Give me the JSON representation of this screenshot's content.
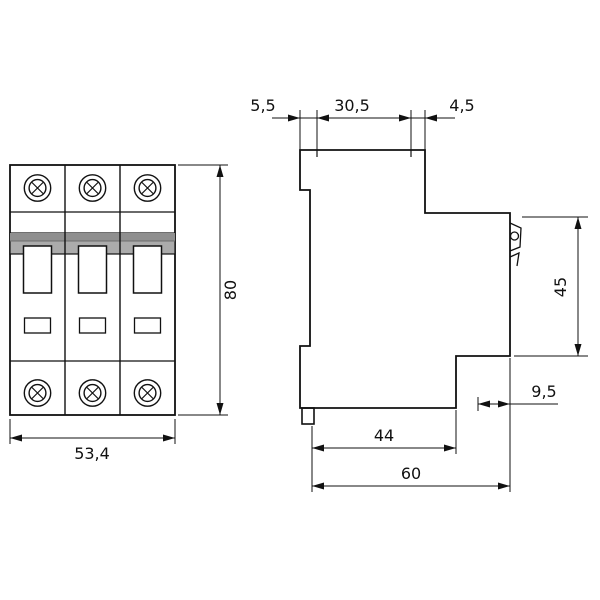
{
  "drawing": {
    "type": "technical-dimension-drawing",
    "subject": "3-pole miniature circuit breaker, front view and side view",
    "units_style": "comma-decimal",
    "line_color": "#111111",
    "band_color_dark": "#8f8f8f",
    "band_color_light": "#ababab",
    "dims": {
      "top_back": "5,5",
      "top_middle": "30,5",
      "top_front": "4,5",
      "front_height": "80",
      "front_width": "53,4",
      "side_front_height": "45",
      "side_terminal_depth": "9,5",
      "side_depth_body": "44",
      "side_depth_total": "60"
    }
  }
}
